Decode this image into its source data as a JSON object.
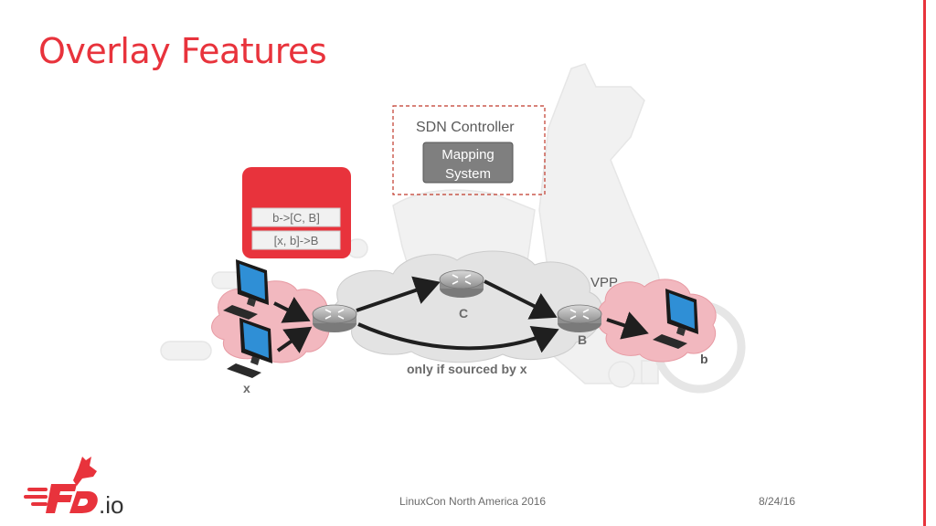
{
  "slide": {
    "title": "Overlay Features",
    "footer_event": "LinuxCon North America 2016",
    "footer_date": "8/24/16",
    "logo_text": ".io"
  },
  "diagram": {
    "sdn_controller_label": "SDN Controller",
    "mapping_system_line1": "Mapping",
    "mapping_system_line2": "System",
    "map_entries": [
      "b->[C, B]",
      "[x, b]->B"
    ],
    "vpp_label": "VPP",
    "router_c_label": "C",
    "router_b_label": "B",
    "host_x_label": "x",
    "host_b_label": "b",
    "path_note": "only if sourced by x"
  },
  "colors": {
    "accent": "#e8333c",
    "cloud_pink": "#f2b8bf",
    "cloud_grey": "#e3e3e3",
    "mapping_box": "#7f7f7f",
    "monitor_blue": "#2f8fd6"
  }
}
